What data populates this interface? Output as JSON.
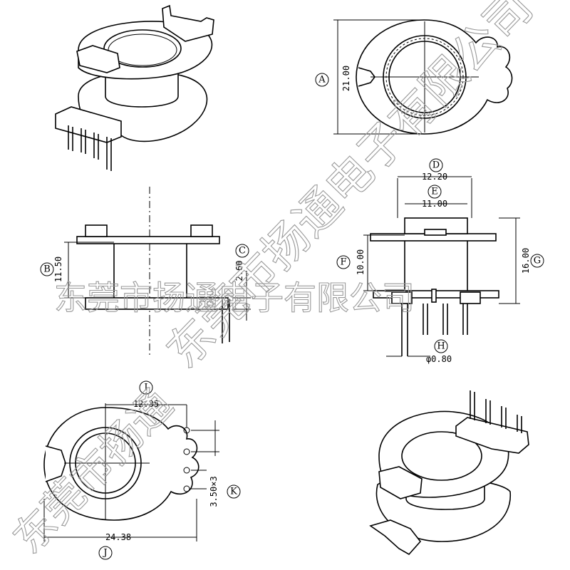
{
  "watermark": {
    "company": "东莞市扬通电子有限公司",
    "company_short": "东莞市扬通"
  },
  "top_view": {
    "dim_a": "21.00",
    "tag_a": "A"
  },
  "front_view": {
    "dim_b": "11.50",
    "tag_b": "B",
    "dim_c": "2.60",
    "tag_c": "C"
  },
  "side_view": {
    "dim_d": "12.20",
    "tag_d": "D",
    "dim_e": "11.00",
    "tag_e": "E",
    "dim_f": "10.00",
    "tag_f": "F",
    "dim_g": "16.00",
    "tag_g": "G",
    "dim_h": "φ0.80",
    "tag_h": "H"
  },
  "bottom_view": {
    "dim_i": "12.35",
    "tag_i": "I",
    "dim_j": "24.38",
    "tag_j": "J",
    "dim_k": "3.50×3",
    "tag_k": "K"
  }
}
